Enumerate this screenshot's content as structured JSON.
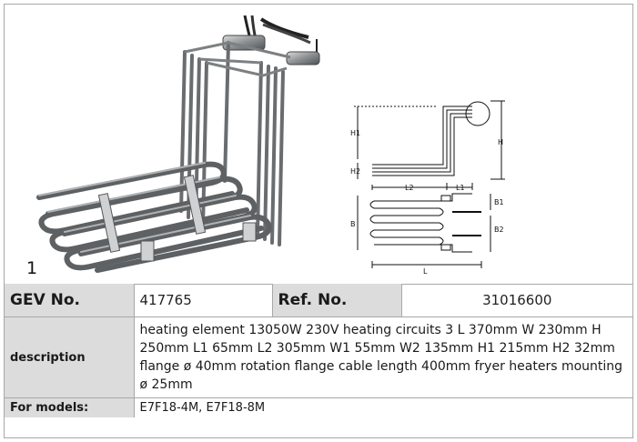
{
  "figure": {
    "item_number": "1",
    "drawing_labels": {
      "h1": "H1",
      "h2": "H2",
      "h": "H",
      "l2": "L2",
      "l1": "L1",
      "b1": "B1",
      "b": "B",
      "b2": "B2",
      "l": "L"
    }
  },
  "spec": {
    "gev_label": "GEV No.",
    "gev_value": "417765",
    "ref_label": "Ref. No.",
    "ref_value": "31016600",
    "description_label": "description",
    "description_value": "heating element  13050W 230V heating circuits 3 L 370mm W 230mm H 250mm L1 65mm L2 305mm W1 55mm W2 135mm H1 215mm H2 32mm flange ø 40mm rotation flange cable length 400mm fryer heaters mounting ø 25mm",
    "models_label": "For models:",
    "models_value": "E7F18-4M, E7F18-8M"
  }
}
